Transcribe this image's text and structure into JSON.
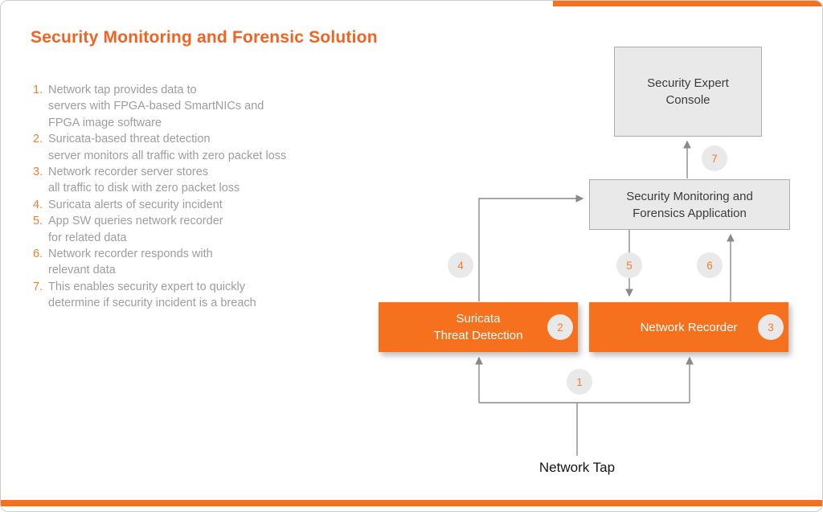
{
  "slide": {
    "title": "Security Monitoring and Forensic Solution"
  },
  "colors": {
    "accent_orange": "#F5711D",
    "title_orange": "#F26322",
    "number_orange": "#F07E2E",
    "list_text_gray": "#9D9D9D",
    "box_gray": "#E9E9E9",
    "arrow_gray": "#8A8A8A"
  },
  "steps": [
    {
      "number": "1.",
      "lines": [
        "Network tap provides data  to",
        "servers with FPGA-based SmartNICs and",
        "FPGA image software"
      ]
    },
    {
      "number": "2.",
      "lines": [
        "Suricata-based threat detection",
        "server monitors all traffic with zero packet loss"
      ]
    },
    {
      "number": "3.",
      "lines": [
        "Network recorder server stores",
        "all traffic to disk with zero packet loss"
      ]
    },
    {
      "number": "4.",
      "lines": [
        "Suricata alerts of security incident"
      ]
    },
    {
      "number": "5.",
      "lines": [
        "App SW queries network recorder",
        "for related data"
      ]
    },
    {
      "number": "6.",
      "lines": [
        "Network recorder responds with",
        "relevant data"
      ]
    },
    {
      "number": "7.",
      "lines": [
        "This enables security expert to quickly",
        "determine if security incident is a breach"
      ]
    }
  ],
  "diagram": {
    "console_box": {
      "lines": [
        "Security Expert",
        "Console"
      ]
    },
    "app_box": {
      "lines": [
        "Security Monitoring and",
        "Forensics Application"
      ]
    },
    "suricata_box": {
      "lines": [
        "Suricata",
        "Threat Detection"
      ],
      "badge": "2"
    },
    "recorder_box": {
      "label": "Network Recorder",
      "badge": "3"
    },
    "network_tap": "Network Tap",
    "badges": {
      "step1": "1",
      "step4": "4",
      "step5": "5",
      "step6": "6",
      "step7": "7"
    }
  }
}
